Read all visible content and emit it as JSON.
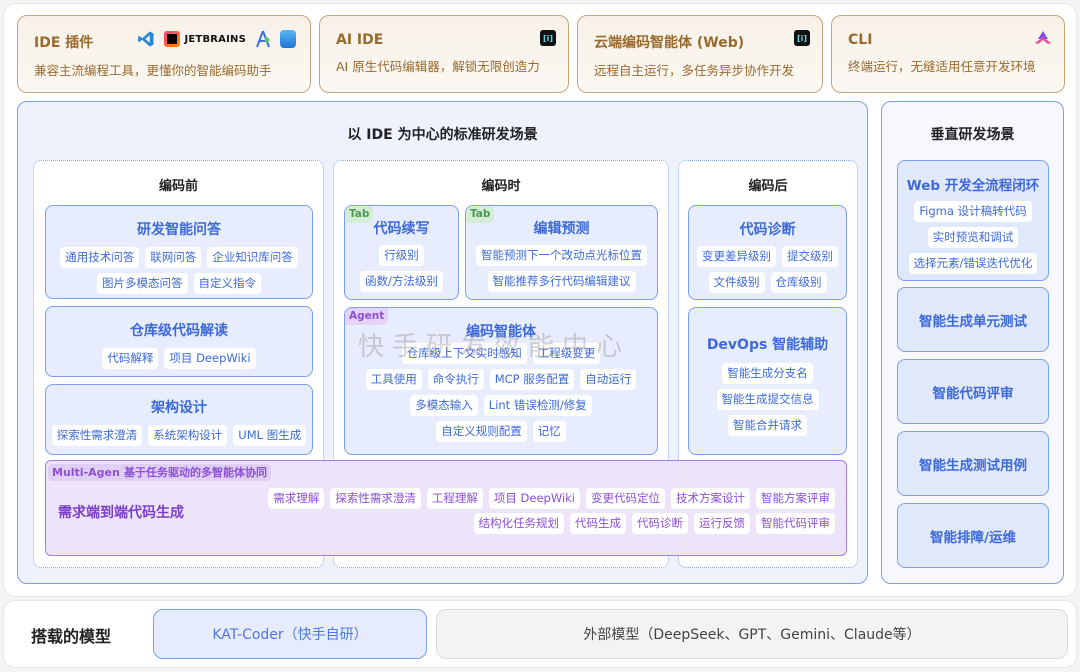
{
  "products": [
    {
      "title": "IDE 插件",
      "desc": "兼容主流编程工具，更懂你的智能编码助手",
      "icons": [
        "vscode-icon",
        "jetbrains-icon",
        "android-studio-icon",
        "xcode-icon"
      ],
      "icon_text": {
        "jetbrains": "JETBRAINS"
      }
    },
    {
      "title": "AI IDE",
      "desc": "AI 原生代码编辑器，解锁无限创造力",
      "icons": [
        "kat-logo-icon"
      ],
      "icon_text": {
        "kat": "[i]"
      }
    },
    {
      "title": "云端编码智能体 (Web)",
      "desc": "远程自主运行，多任务异步协作开发",
      "icons": [
        "kat-logo-icon"
      ],
      "icon_text": {
        "kat": "[i]"
      }
    },
    {
      "title": "CLI",
      "desc": "终端运行，无缝适用任意开发环境",
      "icons": [
        "cli-logo-icon"
      ]
    }
  ],
  "ide_scene": {
    "title": "以 IDE 为中心的标准研发场景",
    "watermark": "快手研发效能中心",
    "phases": [
      {
        "title": "编码前",
        "cards": [
          {
            "title": "研发智能问答",
            "chips": [
              "通用技术问答",
              "联网问答",
              "企业知识库问答",
              "图片多模态问答",
              "自定义指令"
            ]
          },
          {
            "title": "仓库级代码解读",
            "chips": [
              "代码解释",
              "项目 DeepWiki"
            ]
          },
          {
            "title": "架构设计",
            "chips": [
              "探索性需求澄清",
              "系统架构设计",
              "UML 图生成"
            ]
          }
        ]
      },
      {
        "title": "编码时",
        "cards": [
          {
            "tag": "Tab",
            "title": "代码续写",
            "chips": [
              "行级别",
              "函数/方法级别"
            ]
          },
          {
            "tag": "Tab",
            "title": "编辑预测",
            "chips": [
              "智能预测下一个改动点光标位置",
              "智能推荐多行代码编辑建议"
            ]
          },
          {
            "tag": "Agent",
            "title": "编码智能体",
            "chips": [
              "仓库级上下文实时感知",
              "工程级变更",
              "工具使用",
              "命令执行",
              "MCP 服务配置",
              "自动运行",
              "多模态输入",
              "Lint 错误检测/修复",
              "自定义规则配置",
              "记忆"
            ]
          }
        ]
      },
      {
        "title": "编码后",
        "cards": [
          {
            "title": "代码诊断",
            "chips": [
              "变更差异级别",
              "提交级别",
              "文件级别",
              "仓库级别"
            ]
          },
          {
            "title": "DevOps 智能辅助",
            "chips": [
              "智能生成分支名",
              "智能生成提交信息",
              "智能合并请求"
            ]
          }
        ]
      }
    ],
    "multi_agent": {
      "tag": "Multi-Agent",
      "subtitle": "基于任务驱动的多智能体协同",
      "title": "需求端到端代码生成",
      "row1": [
        "需求理解",
        "探索性需求澄清",
        "工程理解",
        "项目 DeepWiki",
        "变更代码定位",
        "技术方案设计",
        "智能方案评审"
      ],
      "row2": [
        "结构化任务规划",
        "代码生成",
        "代码诊断",
        "运行反馈",
        "智能代码评审"
      ]
    }
  },
  "vertical_scene": {
    "title": "垂直研发场景",
    "web_card": {
      "title": "Web 开发全流程闭环",
      "chips": [
        "Figma 设计稿转代码",
        "实时预览和调试",
        "选择元素/错误迭代优化"
      ]
    },
    "cards": [
      "智能生成单元测试",
      "智能代码评审",
      "智能生成测试用例",
      "智能排障/运维"
    ]
  },
  "models": {
    "label": "搭载的模型",
    "own": "KAT-Coder（快手自研）",
    "external": "外部模型（DeepSeek、GPT、Gemini、Claude等）"
  },
  "colors": {
    "product_accent": "#9a6a2c",
    "ide_accent": "#3d6ad8",
    "agent_accent": "#8c4fd6",
    "tab_accent": "#4b9a4f"
  }
}
